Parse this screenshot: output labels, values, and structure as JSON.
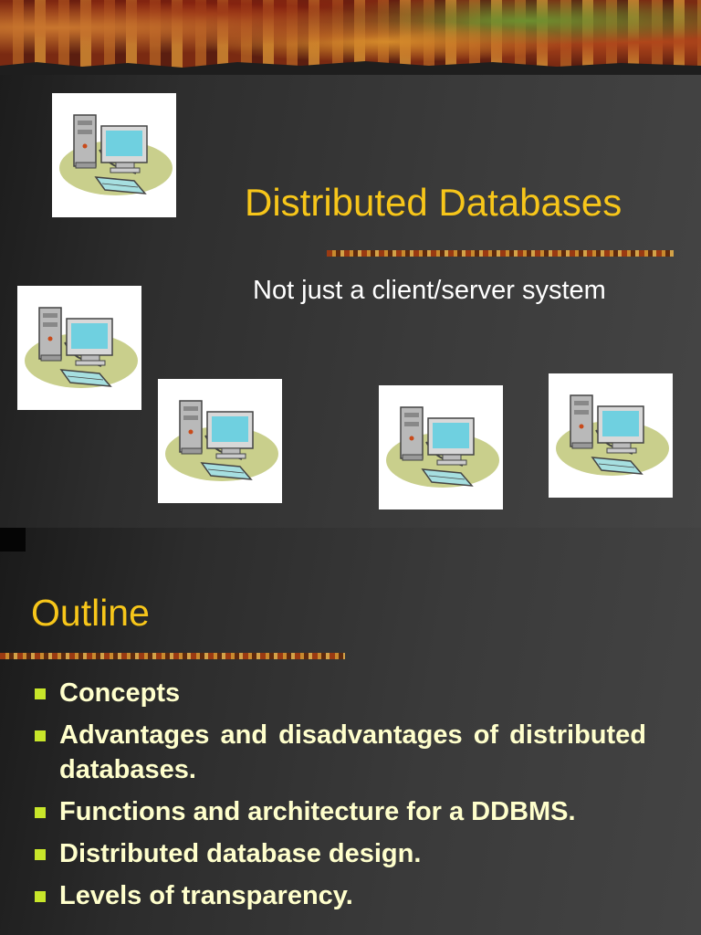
{
  "slide1": {
    "title": "Distributed Databases",
    "subtitle": "Not just a client/server system",
    "computers": [
      "computer-icon",
      "computer-icon",
      "computer-icon",
      "computer-icon",
      "computer-icon"
    ]
  },
  "slide2": {
    "title": "Outline",
    "bullets": [
      "Concepts",
      "Advantages and disadvantages of distributed databases.",
      "Functions and architecture for a DDBMS.",
      "Distributed database design.",
      "Levels of transparency."
    ]
  },
  "colors": {
    "title": "#f7c61a",
    "bullet_text": "#ffffcc",
    "bullet_mark": "#c8e62a",
    "background": "#2f2f2f"
  }
}
